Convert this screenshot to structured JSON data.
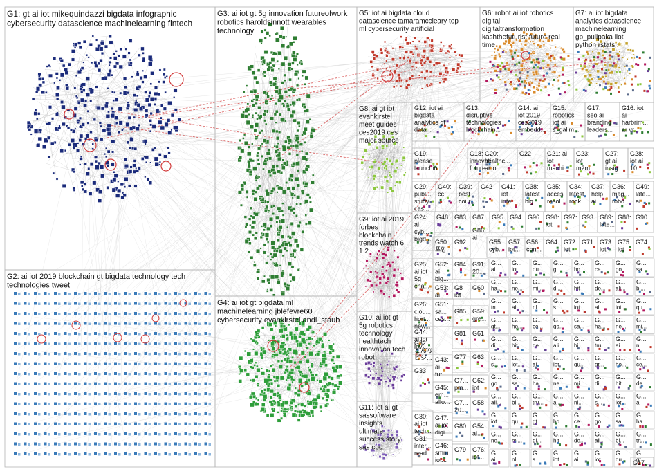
{
  "graph": {
    "colors": {
      "border": "#b4b4b4",
      "edge": "#9a9a9a",
      "edge_inter": "#d23c3c",
      "label": "#111111",
      "g1": "#1a2a7a",
      "g2": "#3a7ab8",
      "g3": "#2e7d32",
      "g4": "#2e9e3a",
      "g5": "#c0392b",
      "g6": "#d98a2b",
      "g7": "#c4a32f",
      "g8": "#8cc63f",
      "g9": "#b2185e",
      "g10": "#6a3d9a",
      "g11": "#7f5fb8",
      "g_misc": "#5b6b8a"
    },
    "groups": [
      {
        "id": "G1",
        "text": [
          "G1: gt ai iot mikequindazzi bigdata infographic",
          "cybersecurity datascience machinelearning fintech"
        ]
      },
      {
        "id": "G2",
        "text": [
          "G2: ai iot 2019 blockchain gt bigdata technology tech",
          "technologies tweet"
        ]
      },
      {
        "id": "G3",
        "text": [
          "G3: ai iot gt 5g innovation futureofwork",
          "robotics haroldsinnott wearables",
          "technology"
        ]
      },
      {
        "id": "G4",
        "text": [
          "G4: ai iot gt bigdata ml",
          "machinelearning jblefevre60",
          "cybersecurity evankirstel andi_staub"
        ]
      },
      {
        "id": "G5",
        "text": [
          "G5: iot ai bigdata cloud",
          "datascience tamaramccleary top",
          "ml cybersecurity artificial"
        ]
      },
      {
        "id": "G6",
        "text": [
          "G6: robot ai iot robotics",
          "digital",
          "digitaltransformation",
          "kashthefuturist future real",
          "time"
        ]
      },
      {
        "id": "G7",
        "text": [
          "G7: ai iot bigdata",
          "analytics datascience",
          "machinelearning",
          "gp_pulipaka iiot",
          "python rstats"
        ]
      },
      {
        "id": "G8",
        "text": [
          "G8: ai gt iot",
          "evankirstel",
          "meet guides",
          "ces2019 ces",
          "major source"
        ]
      },
      {
        "id": "G9",
        "text": [
          "G9: iot ai 2019",
          "forbes",
          "blockchain",
          "trends watch 6",
          "1 2"
        ]
      },
      {
        "id": "G10",
        "text": [
          "G10: ai iot gt",
          "5g robotics",
          "technology",
          "healthtech",
          "innovation tech",
          "robot"
        ]
      },
      {
        "id": "G11",
        "text": [
          "G11: iot ai gt",
          "sassoftware",
          "insights",
          "ultimate",
          "success story",
          "sas coo"
        ]
      },
      {
        "id": "G12",
        "text": [
          "G12: iot ai",
          "bigdata",
          "analytics gt",
          "data..."
        ]
      },
      {
        "id": "G13",
        "text": [
          "G13:",
          "disruptive",
          "technologies",
          "blockchain..."
        ]
      },
      {
        "id": "G14",
        "text": [
          "G14: ai",
          "iot 2019",
          "ces2019",
          "embedd..."
        ]
      },
      {
        "id": "G15",
        "text": [
          "G15:",
          "robotics",
          "iot ai",
          "s_galim..."
        ]
      },
      {
        "id": "G16",
        "text": [
          "G16: iot",
          "ai",
          "harbrim...",
          "ar vr..."
        ]
      },
      {
        "id": "G17",
        "text": [
          "G17:",
          "seo ai",
          "branding",
          "leaders..."
        ]
      },
      {
        "id": "G18",
        "text": [
          "G18:",
          "innovati...",
          "future..."
        ]
      },
      {
        "id": "G19",
        "text": [
          "G19:",
          "please",
          "launchin..."
        ]
      },
      {
        "id": "G20",
        "text": [
          "G20:",
          "healthc...",
          "ai iot..."
        ]
      },
      {
        "id": "G21",
        "text": [
          "G21: ai",
          "iot",
          "machi..."
        ]
      },
      {
        "id": "G22",
        "text": [
          "G22"
        ]
      },
      {
        "id": "G23",
        "text": [
          "G23:",
          "iot",
          "m2m..."
        ]
      },
      {
        "id": "G27",
        "text": [
          "G27:",
          "gt ai",
          "insig..."
        ]
      },
      {
        "id": "G28",
        "text": [
          "G28:",
          "iot ai",
          "10 ..."
        ]
      },
      {
        "id": "G29",
        "text": [
          "G29:",
          "publ...",
          "study",
          "cas..."
        ]
      },
      {
        "id": "G40",
        "text": [
          "G40:",
          "cc"
        ]
      },
      {
        "id": "G39",
        "text": [
          "G39:",
          "best",
          "cour..."
        ]
      },
      {
        "id": "G42",
        "text": [
          "G42"
        ]
      },
      {
        "id": "G41",
        "text": [
          "G41:",
          "iot",
          "intel..."
        ]
      },
      {
        "id": "G38",
        "text": [
          "G38:",
          "latest",
          "big..."
        ]
      },
      {
        "id": "G35",
        "text": [
          "G35:",
          "acces",
          "resol..."
        ]
      },
      {
        "id": "G34",
        "text": [
          "G34:",
          "latest",
          "rock..."
        ]
      },
      {
        "id": "G37",
        "text": [
          "G37:",
          "help",
          "ai..."
        ]
      },
      {
        "id": "G36",
        "text": [
          "G36:",
          "mag...",
          "robo..."
        ]
      },
      {
        "id": "G49",
        "text": [
          "G49:",
          "late...",
          "ai..."
        ]
      },
      {
        "id": "G24",
        "text": [
          "G24:",
          "ai",
          "cyb...",
          "bigd..."
        ]
      },
      {
        "id": "G48",
        "text": [
          "G48"
        ]
      },
      {
        "id": "G83",
        "text": [
          "G83"
        ]
      },
      {
        "id": "G87",
        "text": [
          "G87"
        ]
      },
      {
        "id": "G95",
        "text": [
          "G95"
        ]
      },
      {
        "id": "G94",
        "text": [
          "G94"
        ]
      },
      {
        "id": "G96",
        "text": [
          "G96"
        ]
      },
      {
        "id": "G98",
        "text": [
          "G98:",
          "iot"
        ]
      },
      {
        "id": "G97",
        "text": [
          "G97:"
        ]
      },
      {
        "id": "G93",
        "text": [
          "G93"
        ]
      },
      {
        "id": "G89",
        "text": [
          "G89:",
          "late..."
        ]
      },
      {
        "id": "G88",
        "text": [
          "G88:"
        ]
      },
      {
        "id": "G90",
        "text": [
          "G90"
        ]
      },
      {
        "id": "G50",
        "text": [
          "G50:",
          "포항"
        ]
      },
      {
        "id": "G52",
        "text": [
          "G52:",
          "ai",
          "big..."
        ]
      },
      {
        "id": "G53",
        "text": [
          "G53:",
          "ai"
        ]
      },
      {
        "id": "G86",
        "text": [
          "G86:",
          "ai"
        ]
      },
      {
        "id": "G25",
        "text": [
          "G25:",
          "ai iot",
          "5g",
          "cha..."
        ]
      },
      {
        "id": "G26",
        "text": [
          "G26:",
          "clou...",
          "hort...",
          "new..."
        ]
      },
      {
        "id": "G51",
        "text": [
          "G51:",
          "sa...",
          "ces..."
        ]
      },
      {
        "id": "G44",
        "text": [
          "G44:",
          "ai iot",
          "ipv..."
        ]
      },
      {
        "id": "G32",
        "text": [
          "G32:",
          "どんな",
          "ビジ..."
        ]
      },
      {
        "id": "G33",
        "text": [
          "G33"
        ]
      },
      {
        "id": "G43",
        "text": [
          "G43:",
          "ai",
          "fut..."
        ]
      },
      {
        "id": "G45",
        "text": [
          "G45:",
          "em...",
          "allo..."
        ]
      },
      {
        "id": "G30",
        "text": [
          "G30:",
          "ai iot",
          "tech..."
        ]
      },
      {
        "id": "G47",
        "text": [
          "G47:",
          "ai iot",
          "digi..."
        ]
      },
      {
        "id": "G31",
        "text": [
          "G31:",
          "inter...",
          "read..."
        ]
      },
      {
        "id": "G46",
        "text": [
          "G46:",
          "smm",
          "iot..."
        ]
      },
      {
        "id": "G92",
        "text": [
          "G92"
        ]
      },
      {
        "id": "G55",
        "text": [
          "G55:",
          "cyb..."
        ]
      },
      {
        "id": "G57",
        "text": [
          "G57:",
          "iot..."
        ]
      },
      {
        "id": "G56",
        "text": [
          "G56:",
          "con..."
        ]
      },
      {
        "id": "G64",
        "text": [
          "G64"
        ]
      },
      {
        "id": "G72",
        "text": [
          "G72:",
          "iot"
        ]
      },
      {
        "id": "G71",
        "text": [
          "G71:"
        ]
      },
      {
        "id": "G73",
        "text": [
          "G73:",
          "iot"
        ]
      },
      {
        "id": "G75",
        "text": [
          "G75:",
          "iot"
        ]
      },
      {
        "id": "G74",
        "text": [
          "G74:"
        ]
      },
      {
        "id": "G84",
        "text": [
          "G84"
        ]
      },
      {
        "id": "G91",
        "text": [
          "G91:",
          "20..."
        ]
      },
      {
        "id": "G60",
        "text": [
          "G60"
        ]
      },
      {
        "id": "G8x",
        "text": [
          "G8",
          "iot"
        ]
      },
      {
        "id": "G85",
        "text": [
          "G85"
        ]
      },
      {
        "id": "G59",
        "text": [
          "G59:",
          "gre..."
        ]
      },
      {
        "id": "G81",
        "text": [
          "G81"
        ]
      },
      {
        "id": "G61",
        "text": [
          "G61"
        ]
      },
      {
        "id": "G77",
        "text": [
          "G77"
        ]
      },
      {
        "id": "G63",
        "text": [
          "G63"
        ]
      },
      {
        "id": "G7x",
        "text": [
          "G7...",
          "pm..."
        ]
      },
      {
        "id": "G62",
        "text": [
          "G62:",
          "iot"
        ]
      },
      {
        "id": "G7y",
        "text": [
          "G7...",
          "20..."
        ]
      },
      {
        "id": "G58",
        "text": [
          "G58"
        ]
      },
      {
        "id": "G80",
        "text": [
          "G80"
        ]
      },
      {
        "id": "G54",
        "text": [
          "G54:",
          "ai..."
        ]
      },
      {
        "id": "G79",
        "text": [
          "G79"
        ]
      },
      {
        "id": "G76",
        "text": [
          "G76:",
          "iot..."
        ]
      },
      {
        "id": "G17b",
        "text": [
          "G17..."
        ]
      }
    ],
    "small_cell_label": "G...",
    "small_cell_words": [
      "ai",
      "iot",
      "qu...",
      "gt...",
      "ho...",
      "ce...",
      "go...",
      "sa...",
      "ha...",
      "ne...",
      "mi...",
      "di...",
      "hit",
      "de...",
      "ali...",
      "bi...",
      "tru...",
      "ai...",
      "nl...",
      "s...",
      "iot..."
    ]
  }
}
